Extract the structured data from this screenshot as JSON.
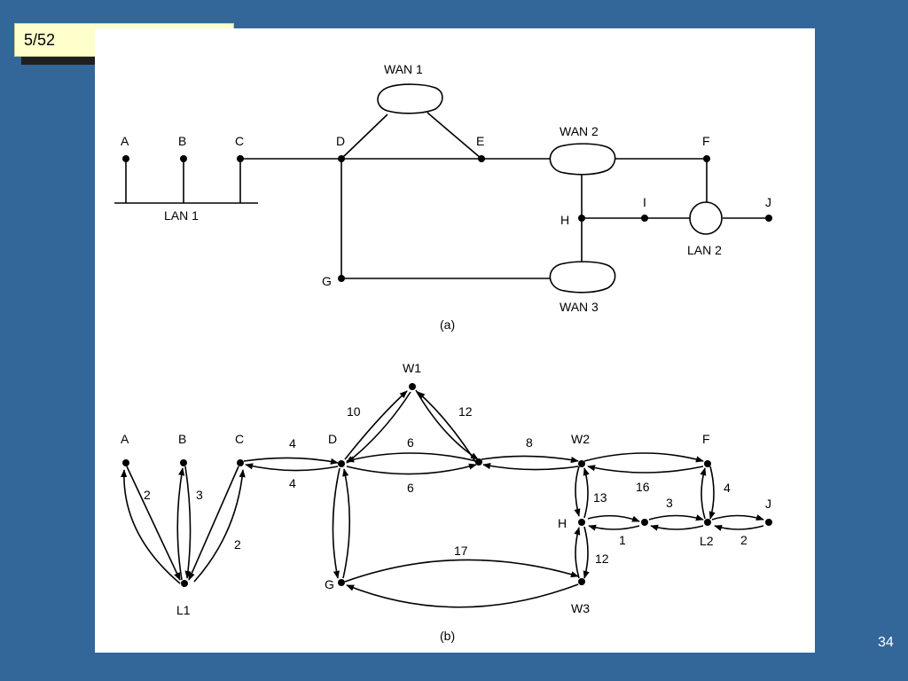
{
  "slide": {
    "counter": "5/52",
    "page_number": "34"
  },
  "diagram_a": {
    "caption": "(a)",
    "nodes": {
      "A": "A",
      "B": "B",
      "C": "C",
      "D": "D",
      "E": "E",
      "F": "F",
      "G": "G",
      "H": "H",
      "I": "I",
      "J": "J"
    },
    "networks": {
      "lan1": "LAN 1",
      "lan2": "LAN 2",
      "wan1": "WAN 1",
      "wan2": "WAN 2",
      "wan3": "WAN 3"
    }
  },
  "diagram_b": {
    "caption": "(b)",
    "nodes": {
      "A": "A",
      "B": "B",
      "C": "C",
      "D": "D",
      "F": "F",
      "G": "G",
      "H": "H",
      "J": "J",
      "W1": "W1",
      "W2": "W2",
      "W3": "W3",
      "L1": "L1",
      "L2": "L2"
    },
    "weights": {
      "a_l1": "2",
      "b_l1": "3",
      "l1_c": "2",
      "c_d": "4",
      "d_c": "4",
      "d_w1": "10",
      "w1_e": "12",
      "d_e": "6",
      "e_d": "6",
      "e_w2": "8",
      "w2_f": "16",
      "f_l2": "4",
      "w2_h": "13",
      "h_w3": "12",
      "i_l2": "3",
      "i_h": "1",
      "l2_j": "2",
      "g_w3": "17"
    }
  },
  "colors": {
    "background": "#336699",
    "counter_box": "#ffffcc",
    "figure": "#ffffff"
  }
}
